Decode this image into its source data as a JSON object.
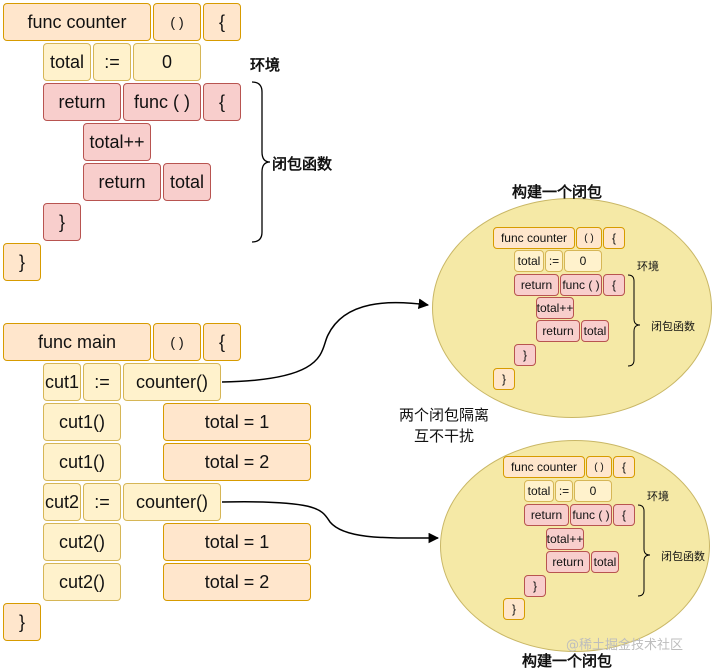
{
  "counter": {
    "func_kw": "func counter",
    "parens": "(    )",
    "open_brace": "{",
    "total_name": "total",
    "assign": ":=",
    "zero": "0",
    "return_kw": "return",
    "func_anon": "func ( )",
    "inner_open": "{",
    "total_inc": "total++",
    "return_kw2": "return",
    "total_ret": "total",
    "inner_close": "}",
    "close_brace": "}"
  },
  "labels": {
    "environment": "环境",
    "closure_func": "闭包函数",
    "build_closure": "构建一个闭包",
    "isolation_1": "两个闭包隔离",
    "isolation_2": "互不干扰",
    "watermark": "@稀土掘金技术社区"
  },
  "main": {
    "func_kw": "func main",
    "parens": "(    )",
    "open_brace": "{",
    "cut1": "cut1",
    "assign1": ":=",
    "counter_call1": "counter()",
    "cut1_call_a": "cut1()",
    "total_eq_1a": "total = 1",
    "cut1_call_b": "cut1()",
    "total_eq_2a": "total = 2",
    "cut2": "cut2",
    "assign2": ":=",
    "counter_call2": "counter()",
    "cut2_call_a": "cut2()",
    "total_eq_1b": "total = 1",
    "cut2_call_b": "cut2()",
    "total_eq_2b": "total = 2",
    "close_brace": "}"
  },
  "mini": {
    "func_kw": "func counter",
    "parens": "(    )",
    "open_brace": "{",
    "total_name": "total",
    "assign": ":=",
    "zero": "0",
    "return_kw": "return",
    "func_anon": "func ( )",
    "inner_open": "{",
    "total_inc": "total++",
    "return_kw2": "return",
    "total_ret": "total",
    "inner_close": "}",
    "close_brace": "}",
    "environment": "环境",
    "closure_func": "闭包函数"
  },
  "colors": {
    "orange_fill": "#ffe6cc",
    "yellow_fill": "#fff2cc",
    "pink_fill": "#f8cecc",
    "ellipse_fill": "#f5e9a6"
  }
}
